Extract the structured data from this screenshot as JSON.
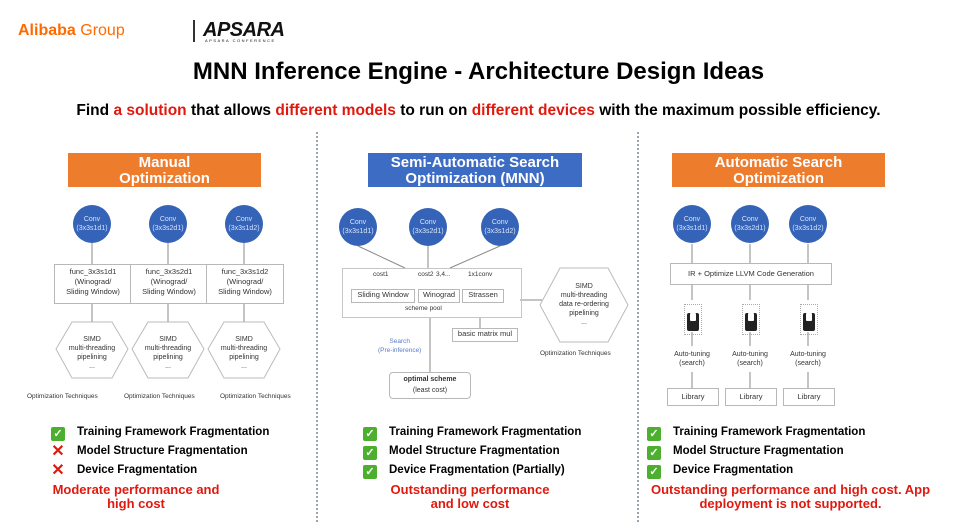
{
  "logo": {
    "alibaba": "Alibaba",
    "group": "Group",
    "apsara": "APSARA",
    "apsara_sub": "APSARA CONFERENCE"
  },
  "title": "MNN Inference Engine - Architecture Design Ideas",
  "subtitle": {
    "p1": "Find ",
    "r1": "a solution",
    "p2": " that allows ",
    "r2": "different models",
    "p3": " to run on ",
    "r3": "different devices",
    "p4": " with the maximum possible efficiency."
  },
  "columns": [
    {
      "header": [
        "Manual",
        "Optimization"
      ],
      "convs": [
        [
          "Conv",
          "(3x3s1d1)"
        ],
        [
          "Conv",
          "(3x3s2d1)"
        ],
        [
          "Conv",
          "(3x3s1d2)"
        ]
      ],
      "funcs": [
        [
          "func_3x3s1d1",
          "(Winograd/",
          "Sliding Window)"
        ],
        [
          "func_3x3s2d1",
          "(Winograd/",
          "Sliding Window)"
        ],
        [
          "func_3x3s1d2",
          "(Winograd/",
          "Sliding Window)"
        ]
      ],
      "techs": [
        [
          "SIMD",
          "multi-threading",
          "pipelining",
          "..."
        ],
        [
          "SIMD",
          "multi-threading",
          "pipelining",
          "..."
        ],
        [
          "SIMD",
          "multi-threading",
          "pipelining",
          "..."
        ]
      ],
      "tech_labels": [
        "Optimization Techniques",
        "Optimization Techniques",
        "Optimization Techniques"
      ],
      "checks": [
        {
          "status": "ok",
          "text": "Training Framework Fragmentation"
        },
        {
          "status": "no",
          "text": "Model Structure Fragmentation"
        },
        {
          "status": "no",
          "text": "Device Fragmentation"
        }
      ],
      "conclusion": [
        "Moderate performance and",
        "high cost"
      ]
    },
    {
      "header": [
        "Semi-Automatic Search",
        "Optimization (MNN)"
      ],
      "convs": [
        [
          "Conv",
          "(3x3s1d1)"
        ],
        [
          "Conv",
          "(3x3s2d1)"
        ],
        [
          "Conv",
          "(3x3s1d2)"
        ]
      ],
      "costs": [
        "cost1",
        "cost2",
        "3,4...",
        "1x1conv"
      ],
      "pool_items": [
        "Sliding Window",
        "Winograd",
        "Strassen"
      ],
      "pool_label": "scheme pool",
      "matrix": "basic matrix mul",
      "search": [
        "Search",
        "(Pre-inference)"
      ],
      "optimal": [
        "optimal scheme",
        "(least cost)"
      ],
      "tech": [
        "SIMD",
        "multi-threading",
        "data re-ordering",
        "pipelining",
        "..."
      ],
      "tech_label": "Optimization Techniques",
      "checks": [
        {
          "status": "ok",
          "text": "Training Framework Fragmentation"
        },
        {
          "status": "ok",
          "text": "Model Structure Fragmentation"
        },
        {
          "status": "ok",
          "text": "Device Fragmentation (Partially)"
        }
      ],
      "conclusion": [
        "Outstanding performance",
        "and low cost"
      ]
    },
    {
      "header": [
        "Automatic Search",
        "Optimization"
      ],
      "convs": [
        [
          "Conv",
          "(3x3s1d1)"
        ],
        [
          "Conv",
          "(3x3s2d1)"
        ],
        [
          "Conv",
          "(3x3s1d2)"
        ]
      ],
      "ir": "IR + Optimize LLVM Code Generation",
      "tunings": [
        [
          "Auto-tuning",
          "(search)"
        ],
        [
          "Auto-tuning",
          "(search)"
        ],
        [
          "Auto-tuning",
          "(search)"
        ]
      ],
      "libraries": [
        "Library",
        "Library",
        "Library"
      ],
      "checks": [
        {
          "status": "ok",
          "text": "Training Framework Fragmentation"
        },
        {
          "status": "ok",
          "text": "Model Structure Fragmentation"
        },
        {
          "status": "ok",
          "text": "Device Fragmentation"
        }
      ],
      "conclusion": [
        "Outstanding performance and high cost. App",
        "deployment is not supported."
      ]
    }
  ],
  "colors": {
    "orange": "#ee7c2d",
    "blue": "#3d6cc4",
    "red": "#e0190f",
    "node": "#3563b7",
    "check": "#4caf2d",
    "brand": "#ff6a00"
  }
}
